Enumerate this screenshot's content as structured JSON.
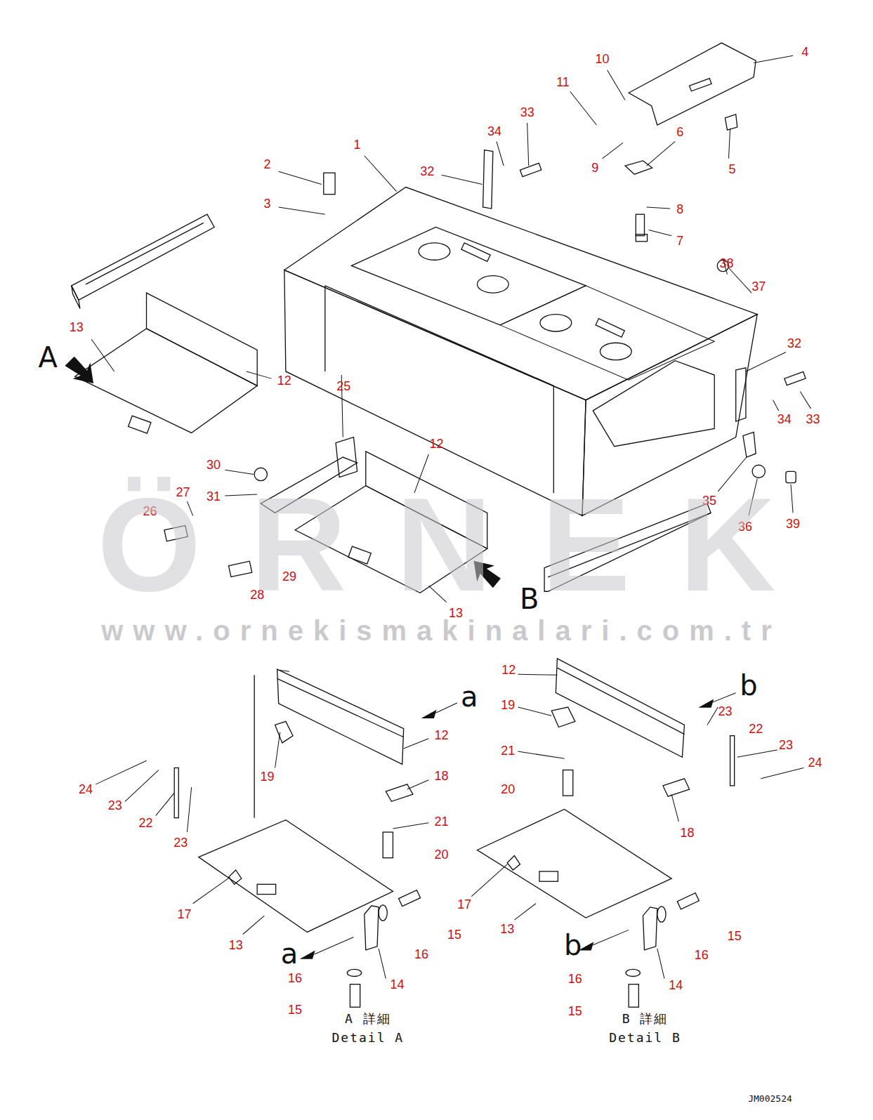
{
  "diagram": {
    "labels": [
      "1",
      "2",
      "3",
      "4",
      "5",
      "6",
      "7",
      "8",
      "9",
      "10",
      "11",
      "32",
      "33",
      "34",
      "38",
      "37",
      "32",
      "34",
      "33",
      "35",
      "36",
      "39",
      "13",
      "A",
      "12",
      "25",
      "30",
      "31",
      "27",
      "26",
      "28",
      "29",
      "12",
      "13",
      "B",
      "ÖRNEK",
      "www.ornekismakinalari.com.tr",
      "12",
      "a",
      "19",
      "18",
      "21",
      "20",
      "24",
      "23",
      "22",
      "23",
      "17",
      "13",
      "15",
      "16",
      "a",
      "16",
      "14",
      "15",
      "A 詳細",
      "Detail A",
      "12",
      "b",
      "23",
      "22",
      "23",
      "24",
      "19",
      "21",
      "20",
      "18",
      "17",
      "13",
      "15",
      "16",
      "b",
      "16",
      "14",
      "15",
      "B 詳細",
      "Detail B",
      "JM002524"
    ]
  }
}
